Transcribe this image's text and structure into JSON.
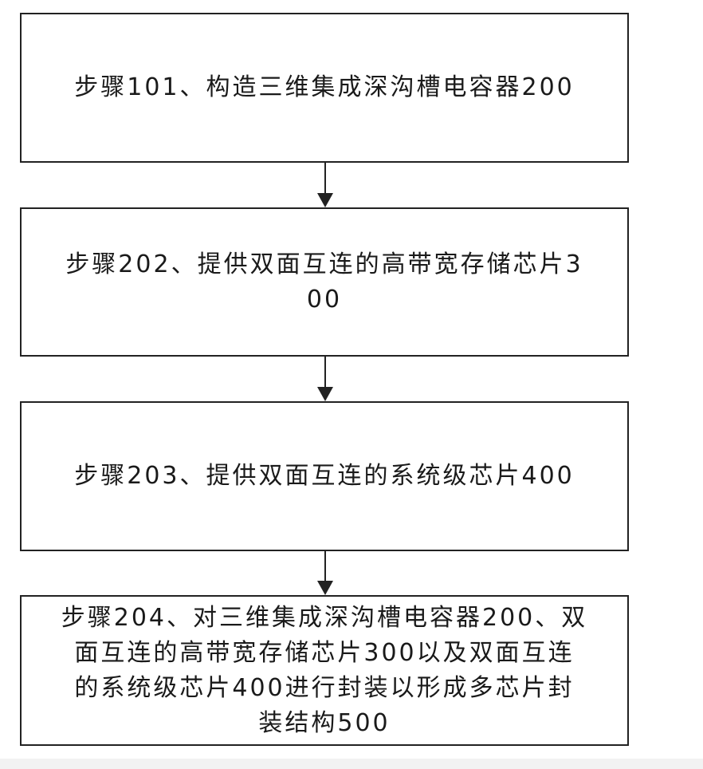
{
  "flowchart": {
    "steps": [
      {
        "text": "步骤101、构造三维集成深沟槽电容器200"
      },
      {
        "text": "步骤202、提供双面互连的高带宽存储芯片3\n00"
      },
      {
        "text": "步骤203、提供双面互连的系统级芯片400"
      },
      {
        "text": "步骤204、对三维集成深沟槽电容器200、双\n面互连的高带宽存储芯片300以及双面互连\n的系统级芯片400进行封装以形成多芯片封\n装结构500"
      }
    ]
  },
  "colors": {
    "stroke": "#222222",
    "background": "#ffffff"
  }
}
